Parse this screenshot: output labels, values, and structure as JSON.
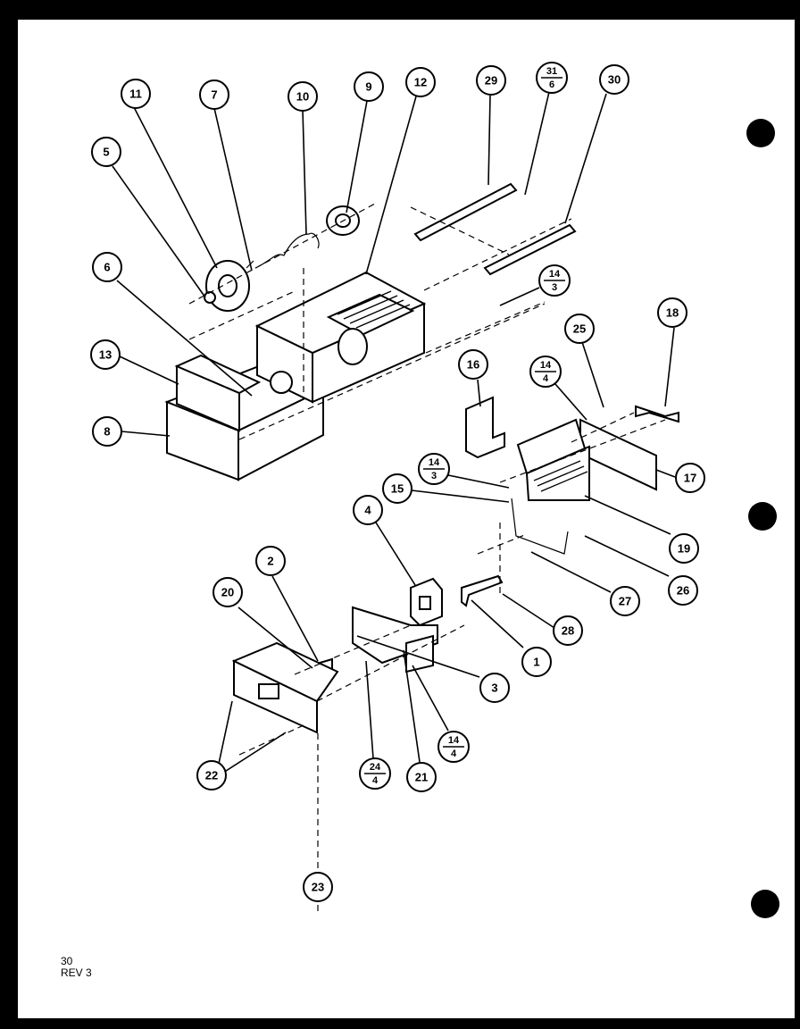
{
  "callouts": [
    {
      "id": "c11",
      "label": "11"
    },
    {
      "id": "c7",
      "label": "7"
    },
    {
      "id": "c10",
      "label": "10"
    },
    {
      "id": "c9",
      "label": "9"
    },
    {
      "id": "c12",
      "label": "12"
    },
    {
      "id": "c29",
      "label": "29"
    },
    {
      "id": "c31-6",
      "top": "31",
      "bottom": "6"
    },
    {
      "id": "c30",
      "label": "30"
    },
    {
      "id": "c5",
      "label": "5"
    },
    {
      "id": "c6",
      "label": "6"
    },
    {
      "id": "c14-3a",
      "top": "14",
      "bottom": "3"
    },
    {
      "id": "c13",
      "label": "13"
    },
    {
      "id": "c8",
      "label": "8"
    },
    {
      "id": "c16",
      "label": "16"
    },
    {
      "id": "c25",
      "label": "25"
    },
    {
      "id": "c18",
      "label": "18"
    },
    {
      "id": "c14-4a",
      "top": "14",
      "bottom": "4"
    },
    {
      "id": "c17",
      "label": "17"
    },
    {
      "id": "c14-3b",
      "top": "14",
      "bottom": "3"
    },
    {
      "id": "c15",
      "label": "15"
    },
    {
      "id": "c19",
      "label": "19"
    },
    {
      "id": "c4",
      "label": "4"
    },
    {
      "id": "c26",
      "label": "26"
    },
    {
      "id": "c27",
      "label": "27"
    },
    {
      "id": "c2",
      "label": "2"
    },
    {
      "id": "c20",
      "label": "20"
    },
    {
      "id": "c28",
      "label": "28"
    },
    {
      "id": "c1",
      "label": "1"
    },
    {
      "id": "c3",
      "label": "3"
    },
    {
      "id": "c14-4b",
      "top": "14",
      "bottom": "4"
    },
    {
      "id": "c22",
      "label": "22"
    },
    {
      "id": "c24-4",
      "top": "24",
      "bottom": "4"
    },
    {
      "id": "c21",
      "label": "21"
    },
    {
      "id": "c23",
      "label": "23"
    }
  ],
  "footer": {
    "page": "30",
    "revision": "REV 3"
  }
}
